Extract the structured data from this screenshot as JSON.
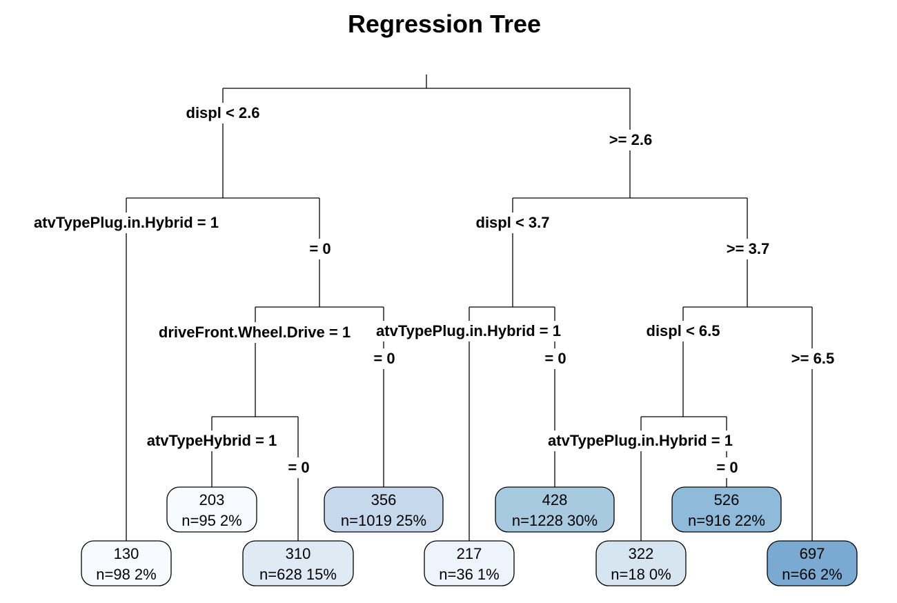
{
  "title": "Regression Tree",
  "splits": {
    "root_left": "displ < 2.6",
    "root_right": ">= 2.6",
    "n2_left": "atvTypePlug.in.Hybrid = 1",
    "n2_right": "= 0",
    "n3_left": "displ < 3.7",
    "n3_right": ">= 3.7",
    "n5_left": "driveFront.Wheel.Drive = 1",
    "n5_right": "= 0",
    "n6_left": "atvTypePlug.in.Hybrid = 1",
    "n6_right": "= 0",
    "n7_left": "displ < 6.5",
    "n7_right": ">= 6.5",
    "n10_left": "atvTypeHybrid = 1",
    "n10_right": "= 0",
    "n14_left": "atvTypePlug.in.Hybrid = 1",
    "n14_right": "= 0"
  },
  "leaves": [
    {
      "id": "leaf-130",
      "value": "130",
      "stats": "n=98  2%",
      "color": "#f7fbff"
    },
    {
      "id": "leaf-203",
      "value": "203",
      "stats": "n=95  2%",
      "color": "#f7fbff"
    },
    {
      "id": "leaf-310",
      "value": "310",
      "stats": "n=628  15%",
      "color": "#dfeaf5"
    },
    {
      "id": "leaf-356",
      "value": "356",
      "stats": "n=1019  25%",
      "color": "#c6d9ec"
    },
    {
      "id": "leaf-217",
      "value": "217",
      "stats": "n=36  1%",
      "color": "#eef4fb"
    },
    {
      "id": "leaf-428",
      "value": "428",
      "stats": "n=1228  30%",
      "color": "#a8cae1"
    },
    {
      "id": "leaf-322",
      "value": "322",
      "stats": "n=18  0%",
      "color": "#d7e5f1"
    },
    {
      "id": "leaf-526",
      "value": "526",
      "stats": "n=916  22%",
      "color": "#8fbad9"
    },
    {
      "id": "leaf-697",
      "value": "697",
      "stats": "n=66  2%",
      "color": "#7aaad1"
    }
  ]
}
